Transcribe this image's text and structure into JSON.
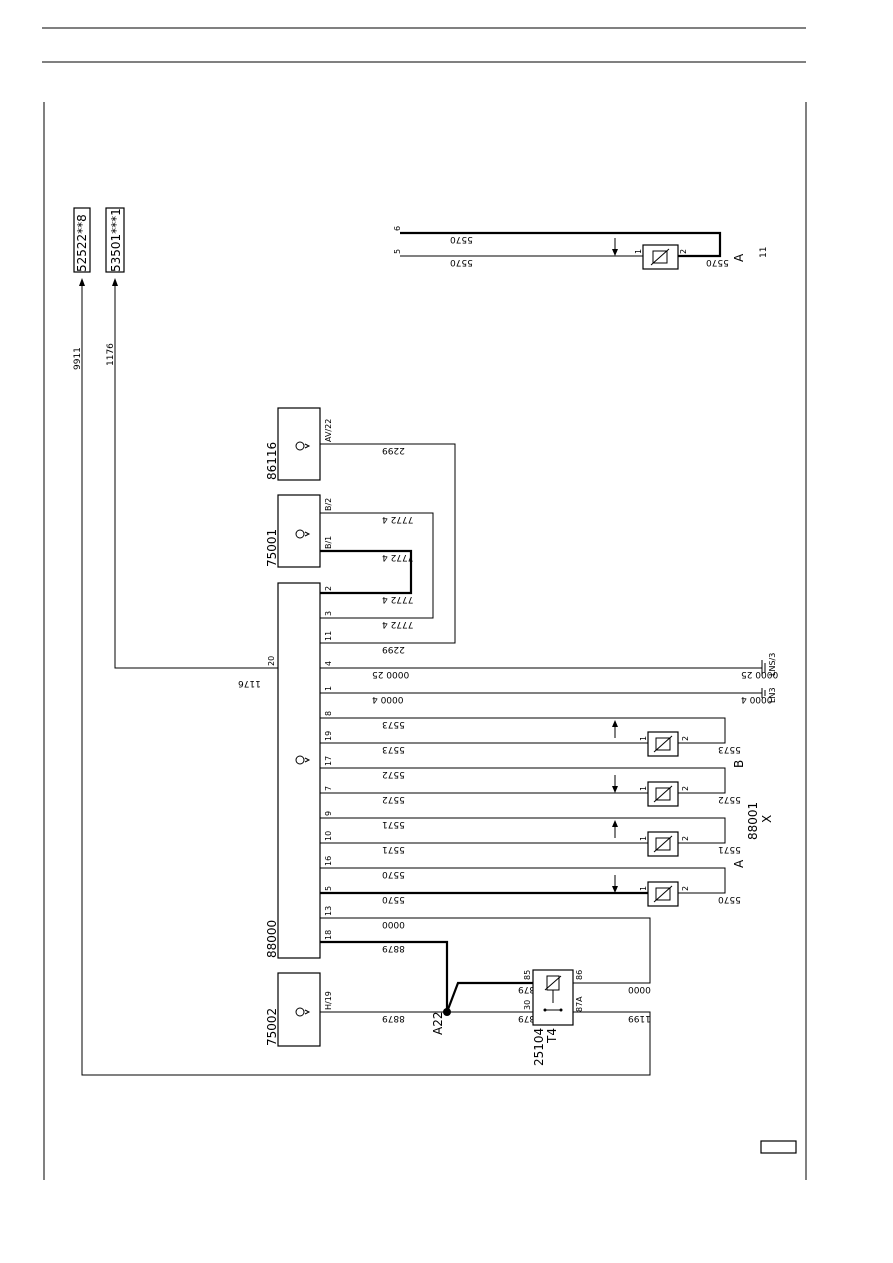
{
  "references": {
    "ref1": "52522**8",
    "ref2": "53501***1"
  },
  "components": {
    "c86116": "86116",
    "c75001": "75001",
    "c88000": "88000",
    "c75002": "75002",
    "c25104": "25104",
    "c25104_sub": "T4",
    "c88001": "88001",
    "c88001_sub": "X",
    "splice": "A22"
  },
  "wires": {
    "w9911": "9911",
    "w1176": "1176",
    "w2299": "2299",
    "w7772": "7772 4",
    "w0000_25": "0000 25",
    "w0000_4": "0000 4",
    "w5573": "5573",
    "w5572": "5572",
    "w5571": "5571",
    "w5570": "5570",
    "w0000": "0000",
    "w8879": "8879",
    "w1199": "1199",
    "w5570b": "5570"
  },
  "pins": {
    "av22": "AV/22",
    "b2": "B/2",
    "b1": "B/1",
    "p2": "2",
    "p3": "3",
    "p11": "11",
    "p20": "20",
    "p4": "4",
    "p1": "1",
    "p8": "8",
    "p19": "19",
    "p17": "17",
    "p7": "7",
    "p9": "9",
    "p10": "10",
    "p16": "16",
    "p5": "5",
    "p13": "13",
    "p18": "18",
    "h19": "H/19",
    "r85": "85",
    "r86": "86",
    "r30": "30",
    "r87a": "87A",
    "s1": "1",
    "s2": "2",
    "t6": "6",
    "t5": "5"
  },
  "grounds": {
    "g1": "LNS/3",
    "g2": "LN3"
  },
  "letters": {
    "a": "A",
    "b": "B",
    "a2": "A",
    "ii": "11"
  }
}
